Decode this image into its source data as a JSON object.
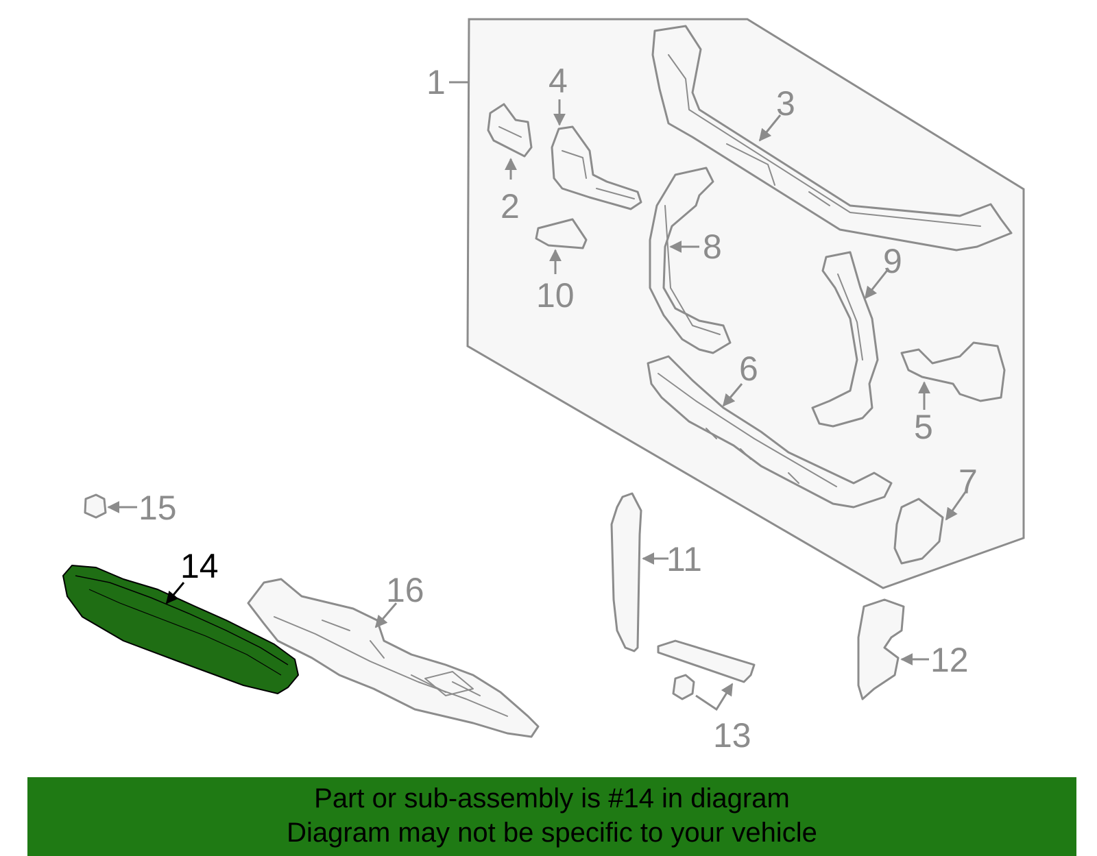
{
  "diagram": {
    "colors": {
      "highlight_fill": "#1f6e14",
      "line_gray": "#8c8c8c",
      "banner_green": "#1f7a14"
    },
    "highlighted_part": "14",
    "callouts": [
      "1",
      "2",
      "3",
      "4",
      "5",
      "6",
      "7",
      "8",
      "9",
      "10",
      "11",
      "12",
      "13",
      "14",
      "15",
      "16"
    ]
  },
  "banner": {
    "line1": "Part or sub-assembly is #14 in diagram",
    "line2": "Diagram may not be specific to your vehicle"
  }
}
